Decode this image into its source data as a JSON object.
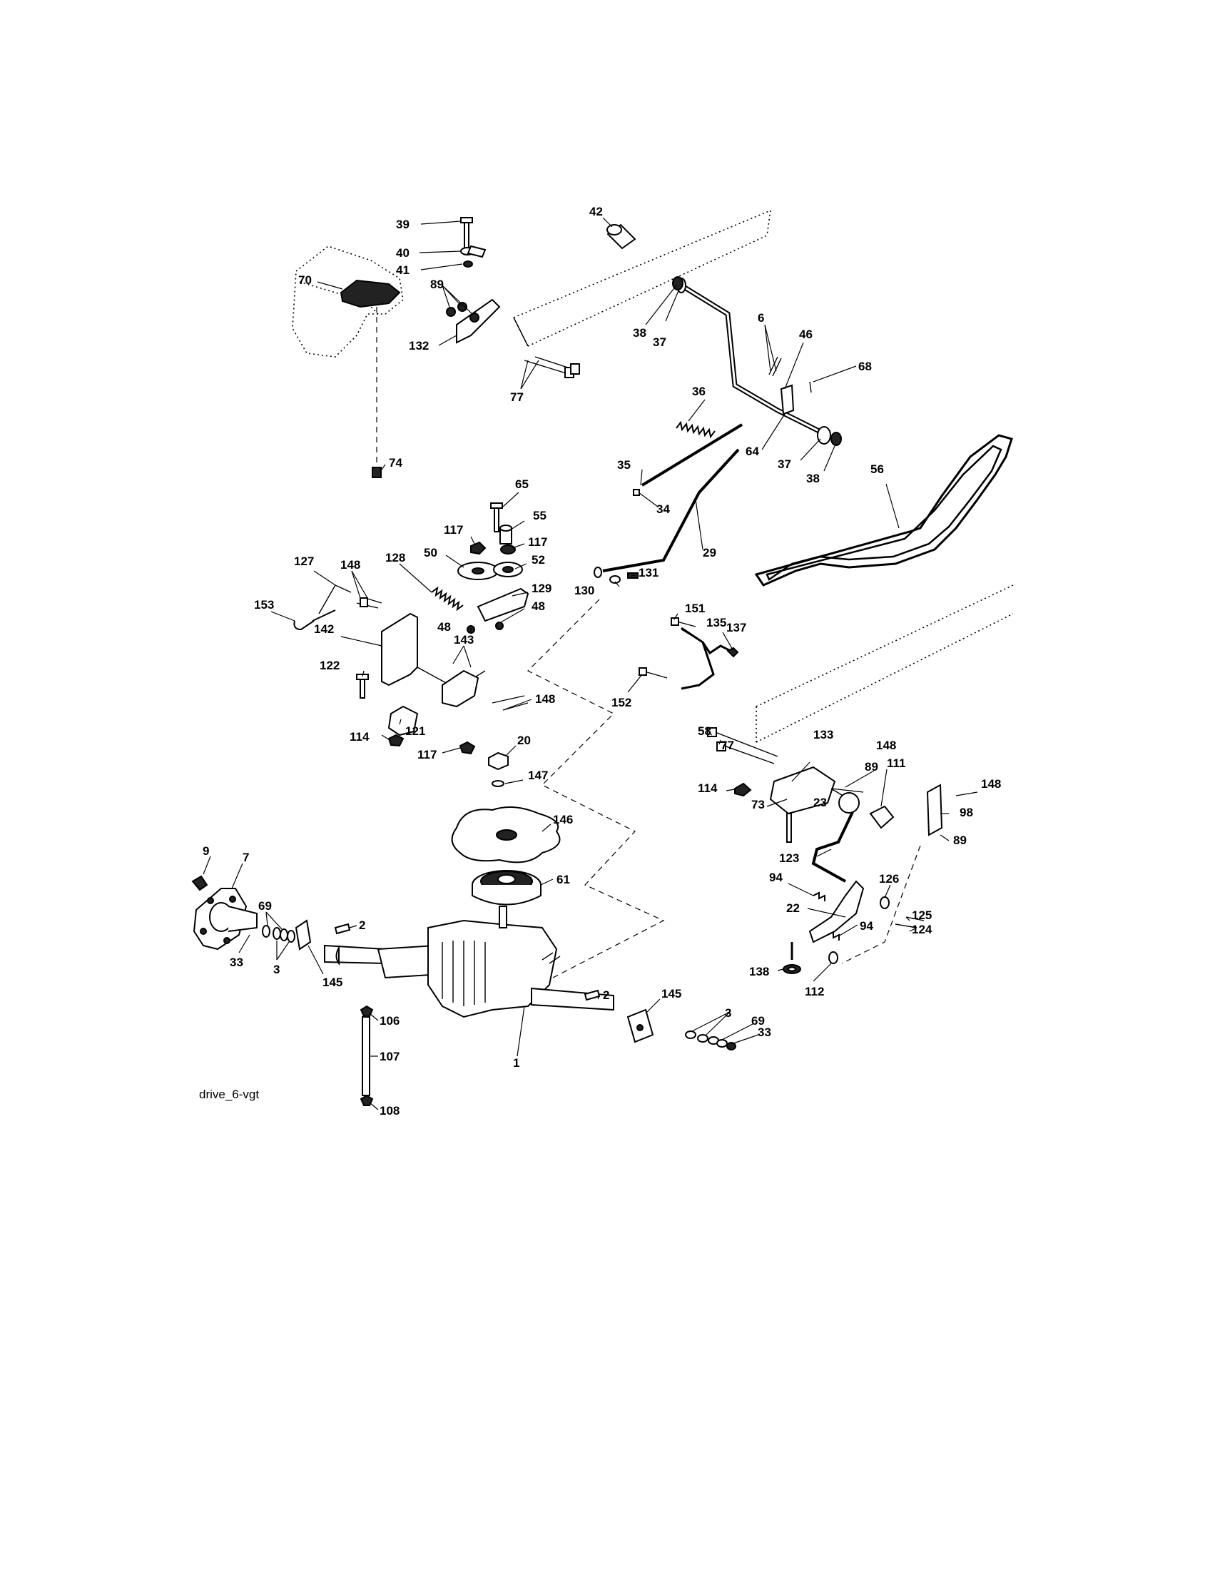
{
  "diagram": {
    "caption": "drive_6-vgt",
    "callouts": [
      {
        "id": "c39",
        "label": "39"
      },
      {
        "id": "c40",
        "label": "40"
      },
      {
        "id": "c41",
        "label": "41"
      },
      {
        "id": "c42",
        "label": "42"
      },
      {
        "id": "c70",
        "label": "70"
      },
      {
        "id": "c89a",
        "label": "89"
      },
      {
        "id": "c132",
        "label": "132"
      },
      {
        "id": "c77a",
        "label": "77"
      },
      {
        "id": "c38a",
        "label": "38"
      },
      {
        "id": "c37a",
        "label": "37"
      },
      {
        "id": "c6",
        "label": "6"
      },
      {
        "id": "c46",
        "label": "46"
      },
      {
        "id": "c68",
        "label": "68"
      },
      {
        "id": "c36",
        "label": "36"
      },
      {
        "id": "c64",
        "label": "64"
      },
      {
        "id": "c37b",
        "label": "37"
      },
      {
        "id": "c38b",
        "label": "38"
      },
      {
        "id": "c56",
        "label": "56"
      },
      {
        "id": "c74",
        "label": "74"
      },
      {
        "id": "c35",
        "label": "35"
      },
      {
        "id": "c34",
        "label": "34"
      },
      {
        "id": "c65",
        "label": "65"
      },
      {
        "id": "c55",
        "label": "55"
      },
      {
        "id": "c117a",
        "label": "117"
      },
      {
        "id": "c117b",
        "label": "117"
      },
      {
        "id": "c50",
        "label": "50"
      },
      {
        "id": "c52",
        "label": "52"
      },
      {
        "id": "c29",
        "label": "29"
      },
      {
        "id": "c127",
        "label": "127"
      },
      {
        "id": "c148a",
        "label": "148"
      },
      {
        "id": "c128",
        "label": "128"
      },
      {
        "id": "c131",
        "label": "131"
      },
      {
        "id": "c130",
        "label": "130"
      },
      {
        "id": "c129",
        "label": "129"
      },
      {
        "id": "c153",
        "label": "153"
      },
      {
        "id": "c48a",
        "label": "48"
      },
      {
        "id": "c48b",
        "label": "48"
      },
      {
        "id": "c142",
        "label": "142"
      },
      {
        "id": "c151",
        "label": "151"
      },
      {
        "id": "c135",
        "label": "135"
      },
      {
        "id": "c137",
        "label": "137"
      },
      {
        "id": "c143",
        "label": "143"
      },
      {
        "id": "c122",
        "label": "122"
      },
      {
        "id": "c148b",
        "label": "148"
      },
      {
        "id": "c152",
        "label": "152"
      },
      {
        "id": "c114a",
        "label": "114"
      },
      {
        "id": "c121",
        "label": "121"
      },
      {
        "id": "c117c",
        "label": "117"
      },
      {
        "id": "c58",
        "label": "58"
      },
      {
        "id": "c77b",
        "label": "77"
      },
      {
        "id": "c133",
        "label": "133"
      },
      {
        "id": "c20",
        "label": "20"
      },
      {
        "id": "c148c",
        "label": "148"
      },
      {
        "id": "c147",
        "label": "147"
      },
      {
        "id": "c89b",
        "label": "89"
      },
      {
        "id": "c111",
        "label": "111"
      },
      {
        "id": "c114b",
        "label": "114"
      },
      {
        "id": "c148d",
        "label": "148"
      },
      {
        "id": "c73",
        "label": "73"
      },
      {
        "id": "c23",
        "label": "23"
      },
      {
        "id": "c98",
        "label": "98"
      },
      {
        "id": "c146",
        "label": "146"
      },
      {
        "id": "c89c",
        "label": "89"
      },
      {
        "id": "c9",
        "label": "9"
      },
      {
        "id": "c7",
        "label": "7"
      },
      {
        "id": "c123",
        "label": "123"
      },
      {
        "id": "c61",
        "label": "61"
      },
      {
        "id": "c94a",
        "label": "94"
      },
      {
        "id": "c126",
        "label": "126"
      },
      {
        "id": "c69a",
        "label": "69"
      },
      {
        "id": "c22",
        "label": "22"
      },
      {
        "id": "c125",
        "label": "125"
      },
      {
        "id": "c2a",
        "label": "2"
      },
      {
        "id": "c94b",
        "label": "94"
      },
      {
        "id": "c124",
        "label": "124"
      },
      {
        "id": "c33a",
        "label": "33"
      },
      {
        "id": "c3a",
        "label": "3"
      },
      {
        "id": "c145a",
        "label": "145"
      },
      {
        "id": "c138",
        "label": "138"
      },
      {
        "id": "c112",
        "label": "112"
      },
      {
        "id": "c2b",
        "label": "2"
      },
      {
        "id": "c145b",
        "label": "145"
      },
      {
        "id": "c3b",
        "label": "3"
      },
      {
        "id": "c69b",
        "label": "69"
      },
      {
        "id": "c33b",
        "label": "33"
      },
      {
        "id": "c106",
        "label": "106"
      },
      {
        "id": "c107",
        "label": "107"
      },
      {
        "id": "c1",
        "label": "1"
      },
      {
        "id": "c108",
        "label": "108"
      }
    ]
  }
}
